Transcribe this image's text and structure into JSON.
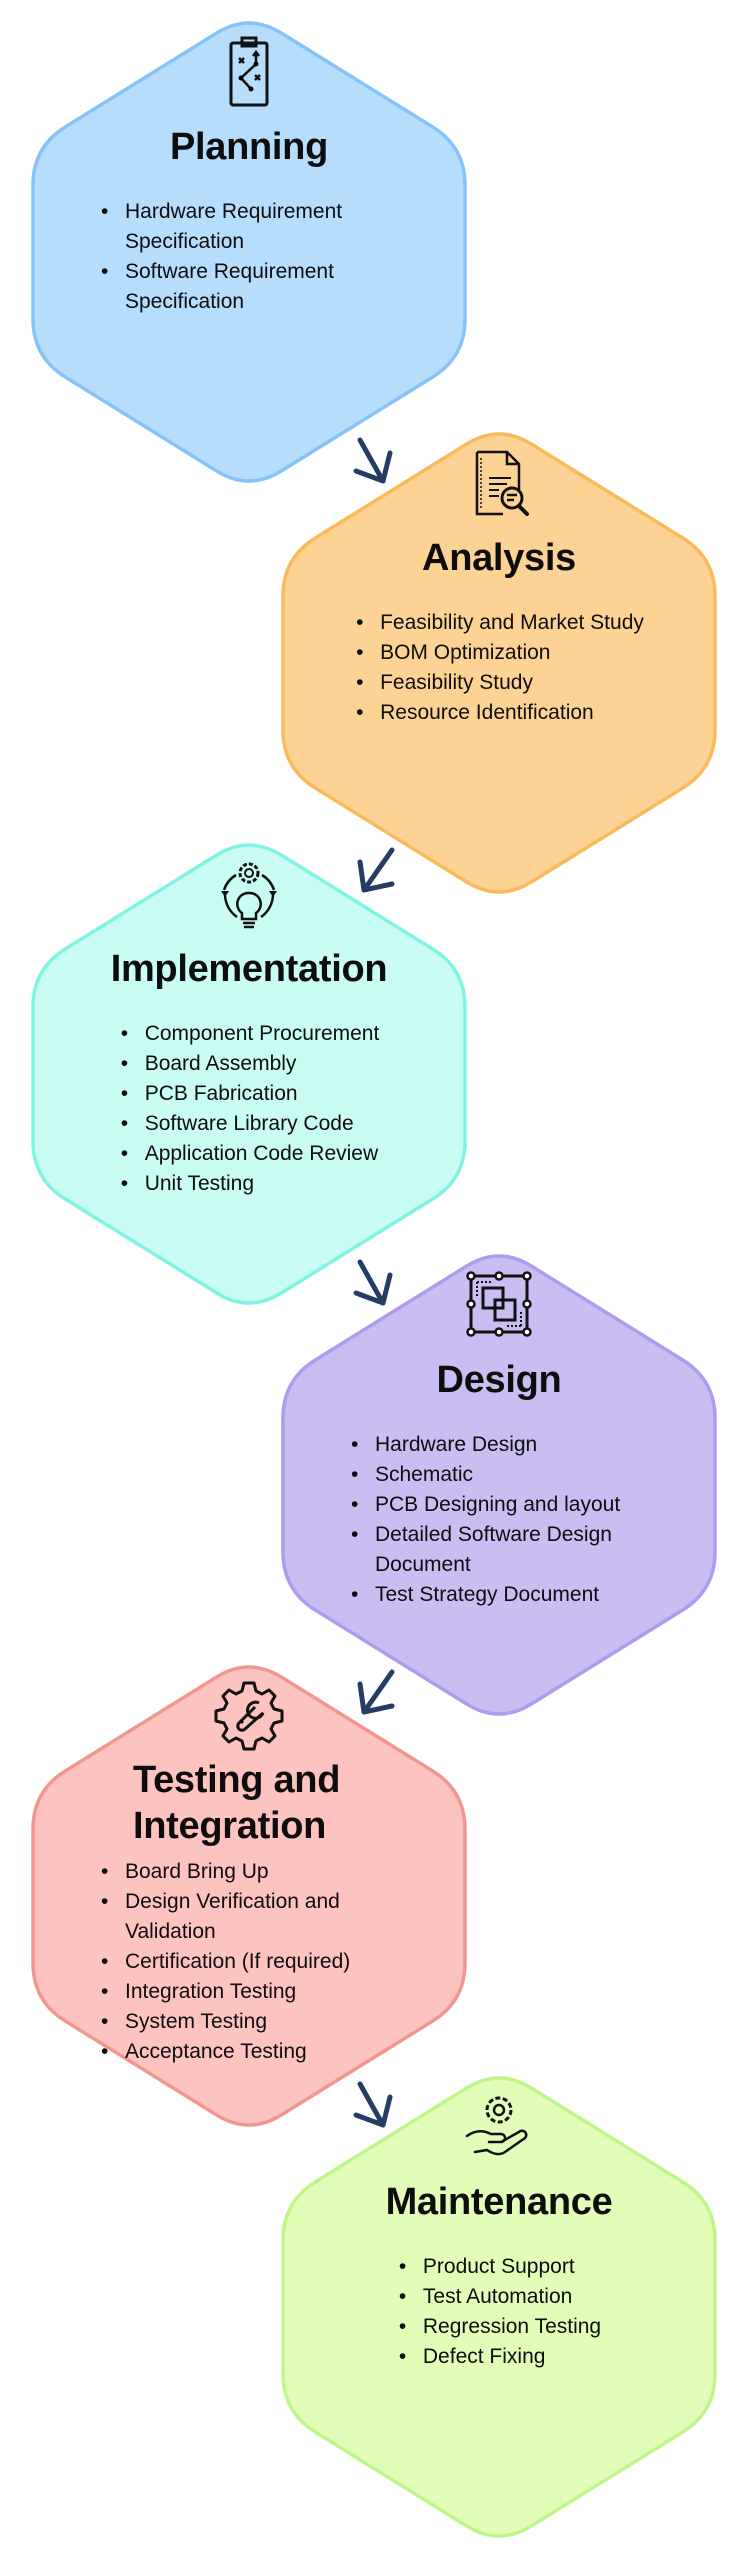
{
  "arrow_color": "#253d63",
  "stages": [
    {
      "id": "planning",
      "title": "Planning",
      "icon": "clipboard-strategy-icon",
      "fill": "#b6ddfc",
      "stroke": "#86c3f8",
      "items": [
        "Hardware Requirement Specification",
        "Software Requirement Specification"
      ]
    },
    {
      "id": "analysis",
      "title": "Analysis",
      "icon": "document-search-icon",
      "fill": "#fcd395",
      "stroke": "#fbb95a",
      "items": [
        "Feasibility and Market Study",
        "BOM Optimization",
        "Feasibility Study",
        "Resource Identification"
      ]
    },
    {
      "id": "implementation",
      "title": "Implementation",
      "icon": "gear-lightbulb-cycle-icon",
      "fill": "#c9fcf3",
      "stroke": "#80f4e2",
      "items": [
        "Component Procurement",
        "Board Assembly",
        "PCB Fabrication",
        "Software Library Code",
        "Application Code Review",
        "Unit Testing"
      ]
    },
    {
      "id": "design",
      "title": "Design",
      "icon": "layout-grid-icon",
      "fill": "#c9bdf1",
      "stroke": "#ae9cf1",
      "items": [
        "Hardware Design",
        "Schematic",
        "PCB Designing and layout",
        "Detailed Software Design Document",
        "Test Strategy Document"
      ]
    },
    {
      "id": "testing",
      "title": "Testing and Integration",
      "icon": "gear-wrench-icon",
      "fill": "#fdc3bf",
      "stroke": "#f2978f",
      "items": [
        "Board Bring Up",
        "Design Verification and Validation",
        "Certification (If required)",
        "Integration Testing",
        "System Testing",
        "Acceptance Testing"
      ]
    },
    {
      "id": "maintenance",
      "title": "Maintenance",
      "icon": "hand-gear-icon",
      "fill": "#e1fdb8",
      "stroke": "#c0f588",
      "items": [
        "Product Support",
        "Test Automation",
        "Regression Testing",
        "Defect Fixing"
      ]
    }
  ]
}
